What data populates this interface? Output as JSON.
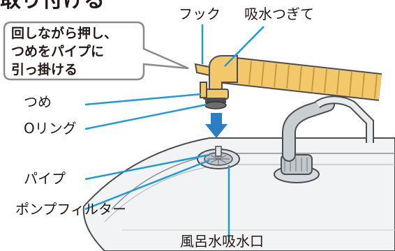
{
  "heading": "取り付ける",
  "callout": {
    "lines": [
      "回しながら押し、",
      "つめをパイプに",
      "引っ掛ける"
    ]
  },
  "labels": {
    "hook": "フック",
    "intake_joint": "吸水つぎて",
    "claw": "つめ",
    "o_ring": "Oリング",
    "pipe": "パイプ",
    "pump_filter": "ポンプフィルター",
    "bath_intake": "風呂水吸水口"
  },
  "colors": {
    "leader_line": "#1e9ad6",
    "arrow": "#2b7ec3",
    "joint": "#f3c86a",
    "hose_gray": "#c9ced3",
    "tub": "#eef0f2"
  }
}
